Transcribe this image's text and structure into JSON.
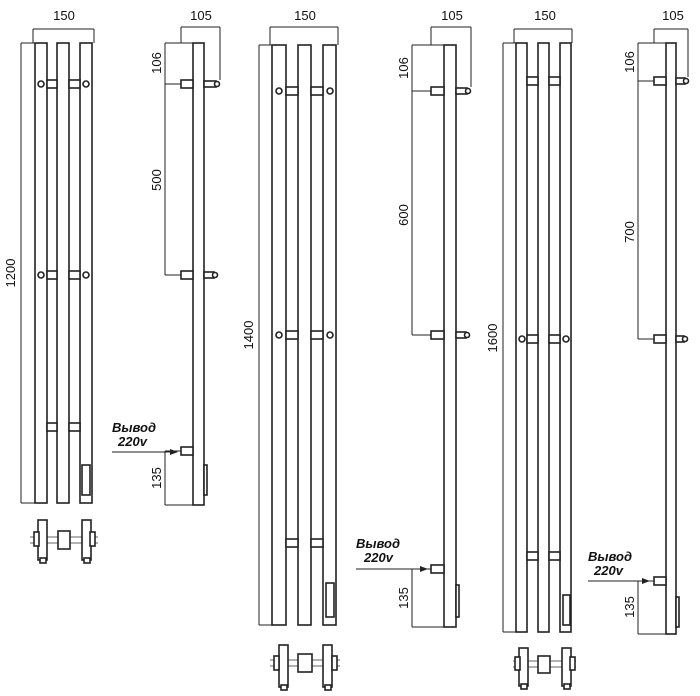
{
  "width_label": "150",
  "depth_label": "105",
  "mount_top_label": "106",
  "bottom_offset_label": "135",
  "outlet_label_line1": "Вывод",
  "outlet_label_line2": "220v",
  "models": [
    {
      "height_label": "1200",
      "spacing_label": "500"
    },
    {
      "height_label": "1400",
      "spacing_label": "600"
    },
    {
      "height_label": "1600",
      "spacing_label": "700"
    }
  ]
}
